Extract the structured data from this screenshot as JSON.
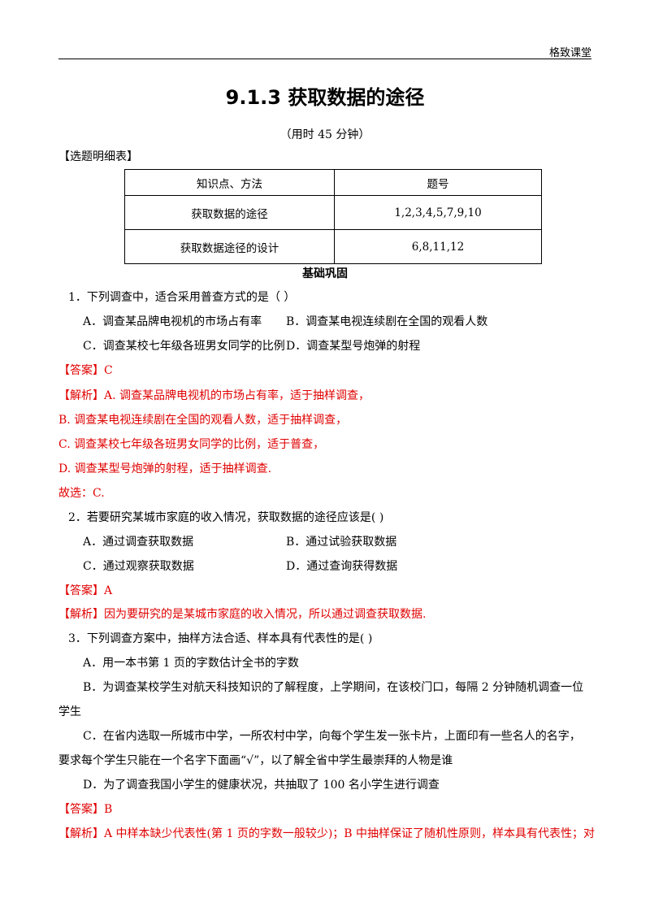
{
  "header": {
    "brand": "格致课堂"
  },
  "title": "9.1.3  获取数据的途径",
  "subtitle": "（用时 45 分钟）",
  "table_heading": "【选题明细表】",
  "table": {
    "headers": [
      "知识点、方法",
      "题号"
    ],
    "rows": [
      [
        "获取数据的途径",
        "1,2,3,4,5,7,9,10"
      ],
      [
        "获取数据途径的设计",
        "6,8,11,12"
      ]
    ]
  },
  "section_title": "基础巩固",
  "q1": {
    "stem": "1．下列调查中，适合采用普查方式的是（        ）",
    "a": "A．调查某品牌电视机的市场占有率",
    "b": "B．调查某电视连续剧在全国的观看人数",
    "c": "C．调查某校七年级各班男女同学的比例",
    "d": "D．调查某型号炮弹的射程",
    "answer_tag": "【答案】",
    "answer": "C",
    "analysis_tag": "【解析】",
    "analysis": [
      "A. 调查某品牌电视机的市场占有率，适于抽样调查，",
      "B. 调查某电视连续剧在全国的观看人数，适于抽样调查，",
      "C. 调查某校七年级各班男女同学的比例，适于普查，",
      "D. 调查某型号炮弹的射程，适于抽样调查.",
      "故选：C."
    ]
  },
  "q2": {
    "stem": "2．若要研究某城市家庭的收入情况，获取数据的途径应该是(      )",
    "a": "A．通过调查获取数据",
    "b": "B．通过试验获取数据",
    "c": "C．通过观察获取数据",
    "d": "D．通过查询获得数据",
    "answer_tag": "【答案】",
    "answer": "A",
    "analysis_tag": "【解析】",
    "analysis": "因为要研究的是某城市家庭的收入情况，所以通过调查获取数据."
  },
  "q3": {
    "stem": "3．下列调查方案中，抽样方法合适、样本具有代表性的是(      )",
    "a": "A．用一本书第 1 页的字数估计全书的字数",
    "b1": "B．为调查某校学生对航天科技知识的了解程度，上学期间，在该校门口，每隔 2 分钟随机调查一位",
    "b2": "学生",
    "c1": "C．在省内选取一所城市中学，一所农村中学，向每个学生发一张卡片，上面印有一些名人的名字，",
    "c2": "要求每个学生只能在一个名字下面画“√”，以了解全省中学生最崇拜的人物是谁",
    "d": "D．为了调查我国小学生的健康状况，共抽取了 100 名小学生进行调查",
    "answer_tag": "【答案】",
    "answer": "B",
    "analysis_tag": "【解析】",
    "analysis": "A 中样本缺少代表性(第 1 页的字数一般较少)；B 中抽样保证了随机性原则，样本具有代表性；对"
  }
}
